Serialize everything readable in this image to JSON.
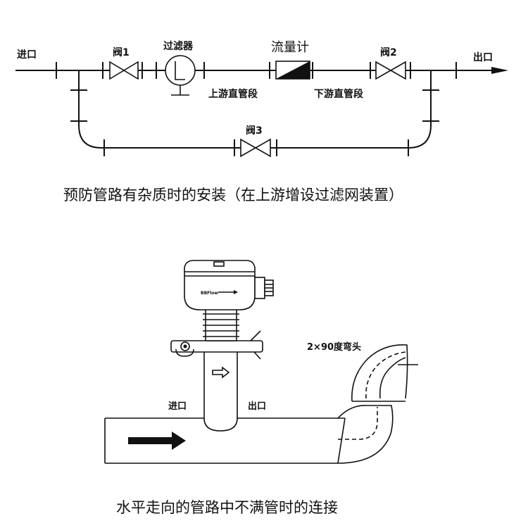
{
  "diagram1": {
    "inlet": "进口",
    "valve1": "阀1",
    "filter": "过滤器",
    "flowmeter": "流量计",
    "valve2": "阀2",
    "outlet": "出口",
    "upstream": "上游直管段",
    "downstream": "下游直管段",
    "valve3": "阀3",
    "caption": "预防管路有杂质时的安装（在上游增设过滤网装置）"
  },
  "diagram2": {
    "elbow": "2×90度弯头",
    "inlet": "进口",
    "outlet": "出口",
    "device_mark": "BBFlow",
    "caption": "水平走向的管路中不满管时的连接"
  }
}
